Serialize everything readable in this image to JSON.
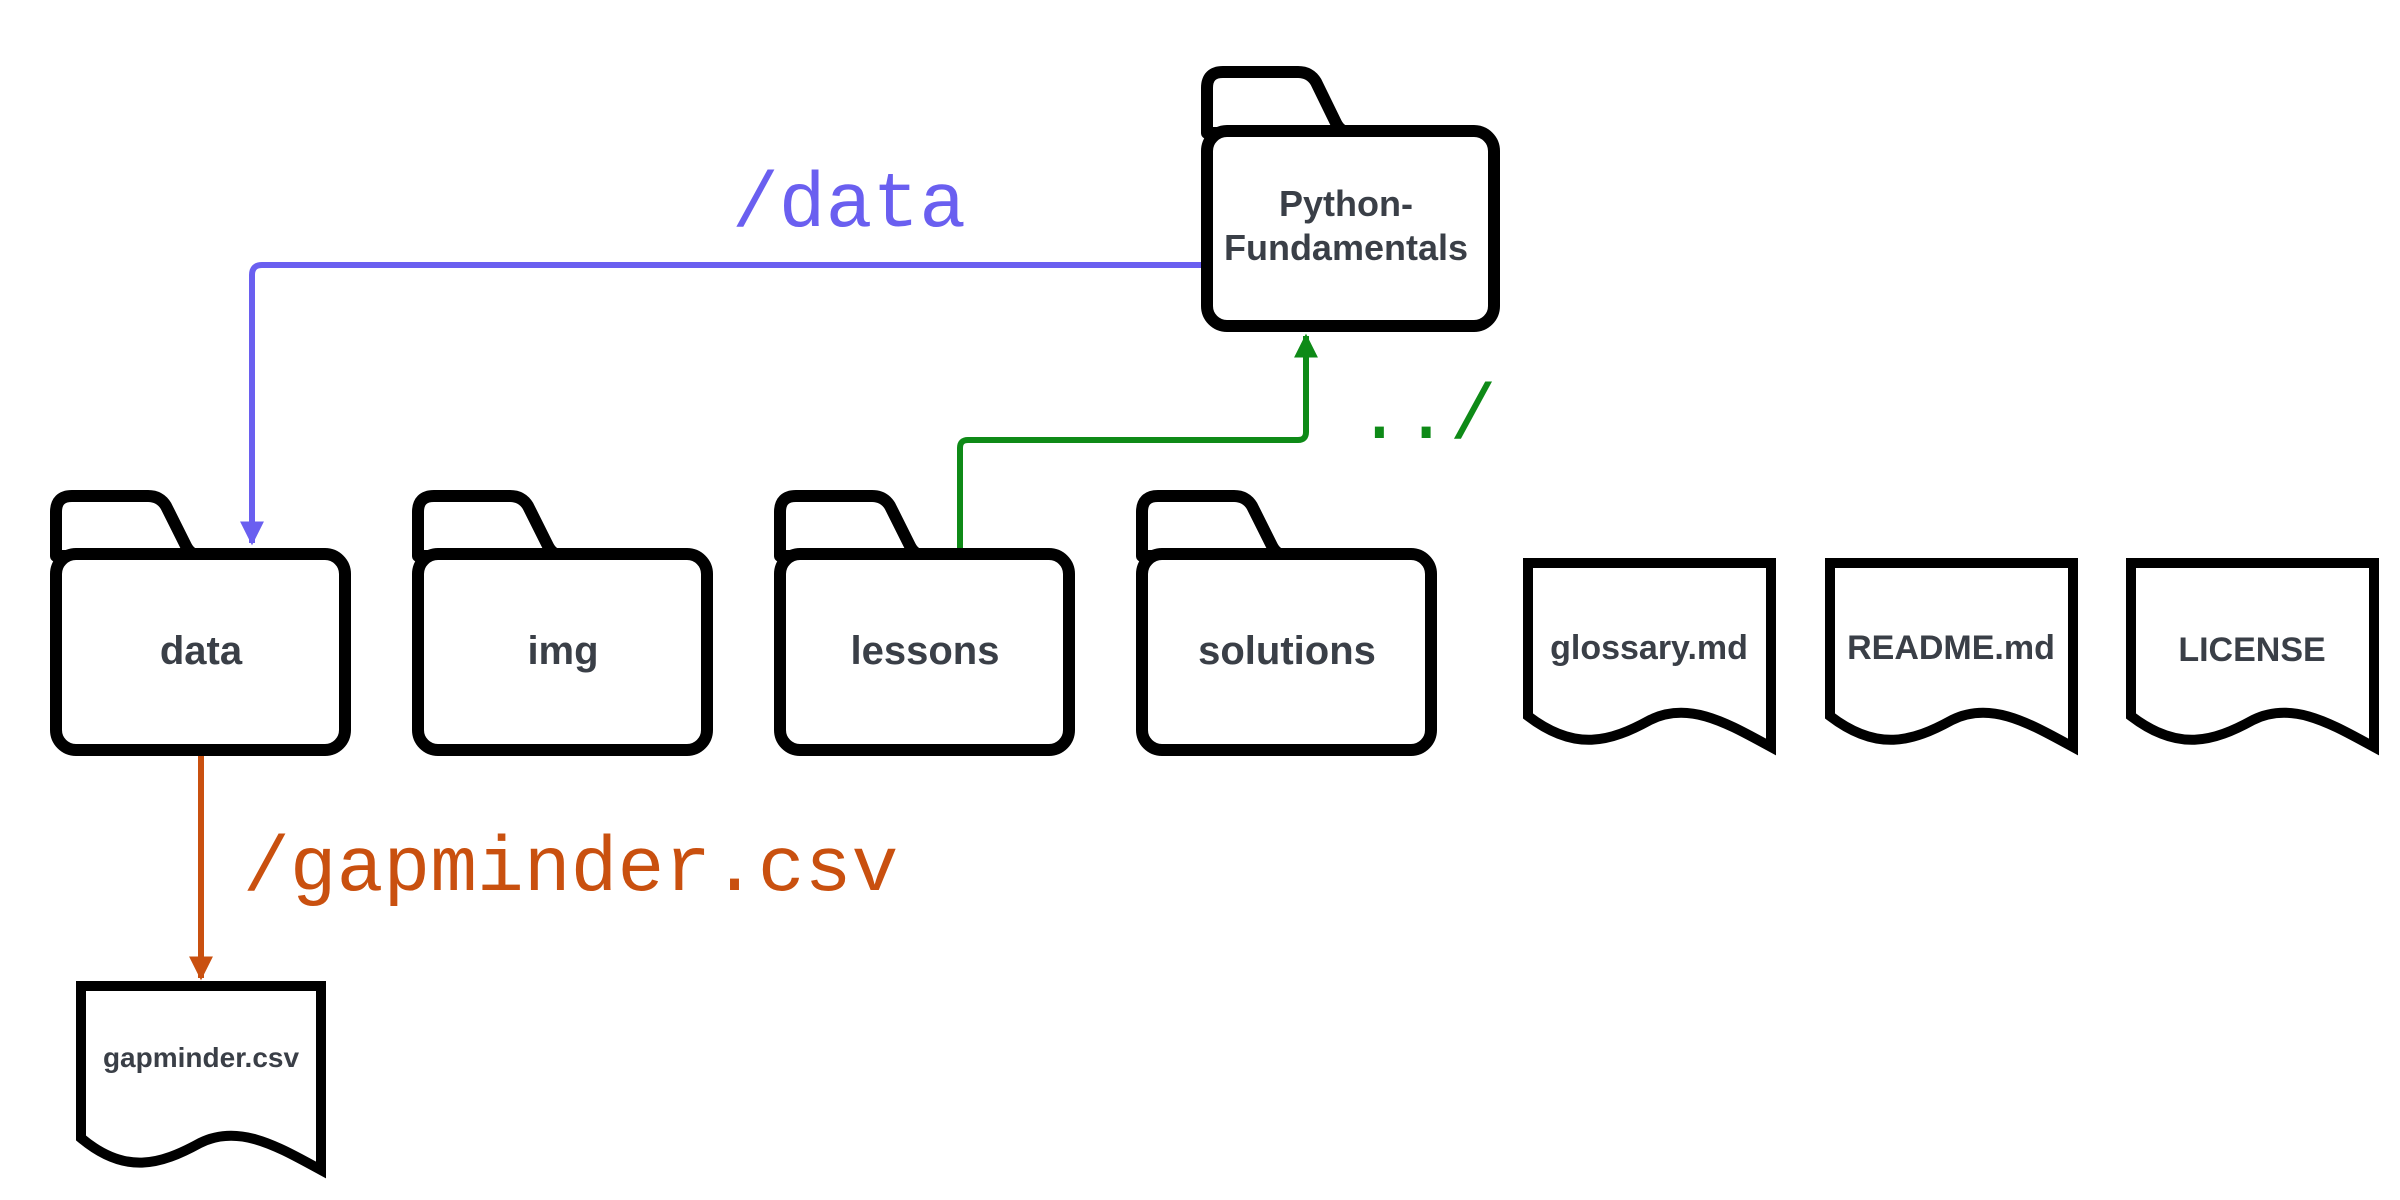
{
  "nodes": {
    "root": "Python-Fundamentals",
    "root_line1": "Python-",
    "root_line2": "Fundamentals",
    "data": "data",
    "img": "img",
    "lessons": "lessons",
    "solutions": "solutions",
    "glossary": "glossary.md",
    "readme": "README.md",
    "license": "LICENSE",
    "gapminder": "gapminder.csv"
  },
  "paths": {
    "to_data": "/data",
    "to_parent": "../",
    "to_gapminder": "/gapminder.csv"
  },
  "colors": {
    "to_data": "#6a5ff0",
    "to_parent": "#0e8a17",
    "to_gapminder": "#c9500f",
    "outline": "#000000",
    "label": "#3a3f47"
  },
  "icons": {
    "folder": "folder-icon",
    "file": "file-icon"
  }
}
